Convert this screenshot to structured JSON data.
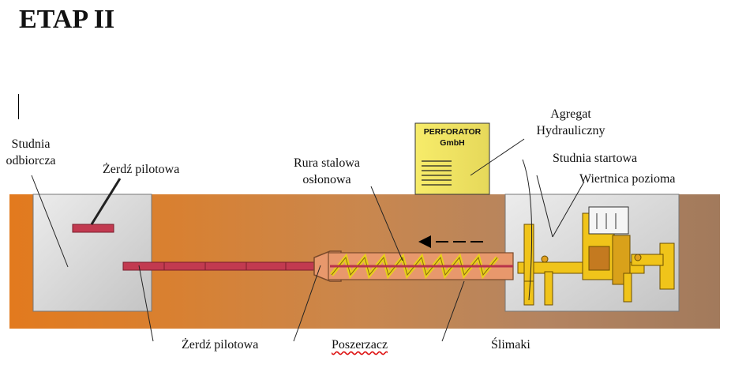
{
  "title": "ETAP II",
  "brand": {
    "line1": "PERFORATOR",
    "line2": "GmbH"
  },
  "labels": {
    "studnia_odbiorcza": [
      "Studnia",
      "odbiorcza"
    ],
    "zerdz_top": "Żerdź pilotowa",
    "rura": [
      "Rura stalowa",
      "osłonowa"
    ],
    "agregat": [
      "Agregat",
      "Hydrauliczny"
    ],
    "studnia_startowa": "Studnia startowa",
    "wiertnica": "Wiertnica pozioma",
    "zerdz_bottom": "Żerdź pilotowa",
    "poszerzacz": "Poszerzacz",
    "slimaki": "Ślimaki"
  },
  "colors": {
    "soil_left": "#e07c22",
    "soil_right": "#a07a5a",
    "pit": "#d6d6d6",
    "rod": "#b8334a",
    "pipe": "#e8986c",
    "auger": "#e8d11a",
    "machine": "#f0c41a",
    "unit": "#f0e05a"
  }
}
